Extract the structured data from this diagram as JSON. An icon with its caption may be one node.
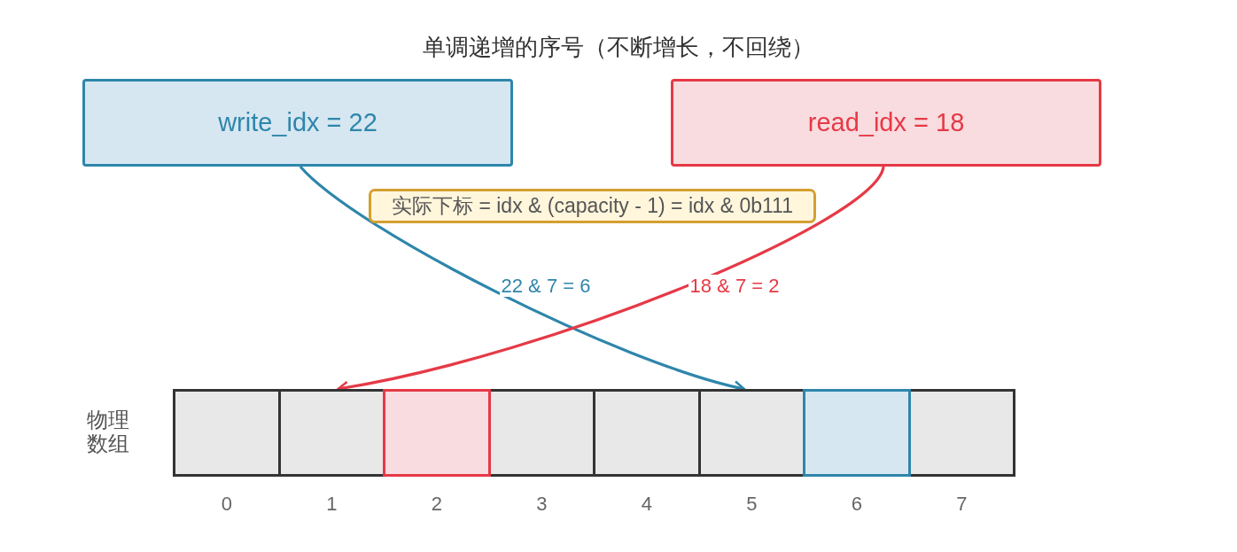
{
  "diagram": {
    "title": "单调递增的序号（不断增长，不回绕）",
    "nodes": [
      {
        "text": [
          "write_idx = 22"
        ]
      },
      {
        "text": [
          "read_idx = 18"
        ]
      },
      {
        "text": [
          "实际下标 = idx & (capacity - 1) = idx & 0b111"
        ]
      },
      {
        "text": [],
        "shape": "box",
        "beside": [
          "0"
        ]
      },
      {
        "text": [],
        "shape": "box",
        "beside": [
          "1"
        ]
      },
      {
        "text": [],
        "shape": "box",
        "beside": [
          "2"
        ]
      },
      {
        "text": [],
        "shape": "box",
        "beside": [
          "3"
        ]
      },
      {
        "text": [],
        "shape": "box",
        "beside": [
          "4"
        ]
      },
      {
        "text": [],
        "shape": "box",
        "beside": [
          "5"
        ]
      },
      {
        "text": [],
        "shape": "box",
        "beside": [
          "6"
        ]
      },
      {
        "text": [],
        "shape": "box",
        "beside": [
          "7"
        ]
      }
    ],
    "edges": [
      {
        "from": 0,
        "to": 8,
        "arrow": "to",
        "label": "22 & 7 = 6",
        "color": "#2e86ab"
      },
      {
        "from": 1,
        "to": 4,
        "arrow": "to",
        "label": "18 & 7 = 2",
        "color": "#e63946"
      }
    ],
    "labels": [
      "物理数组"
    ]
  }
}
